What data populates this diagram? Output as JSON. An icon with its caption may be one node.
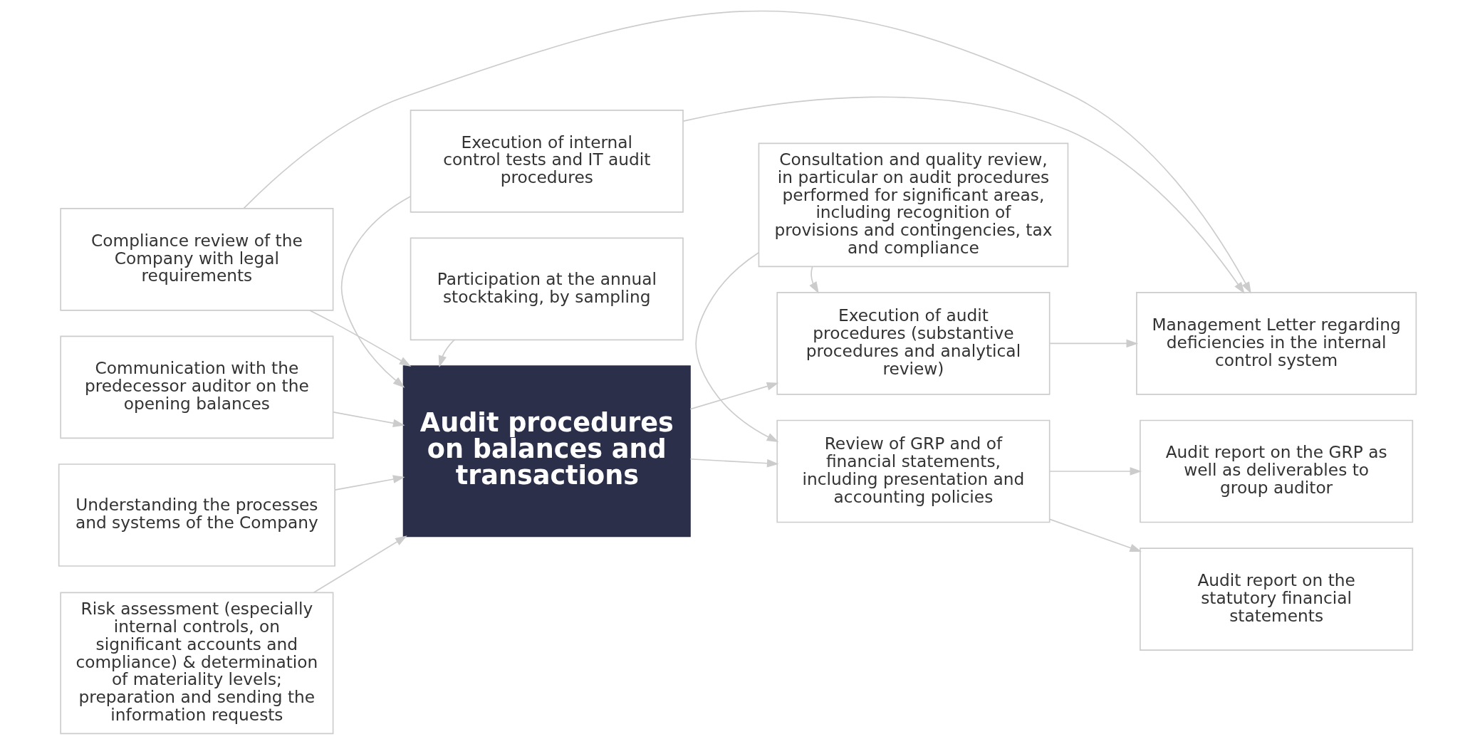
{
  "diagram": {
    "nodes": [
      {
        "text": [
          "Compliance review of the Company with legal requirements"
        ]
      },
      {
        "text": [
          "Execution of internal control tests and IT audit procedures"
        ]
      },
      {
        "text": [
          "Execution of audit procedures (substantive procedures and analytical review)"
        ]
      },
      {
        "text": [
          "Management Letter regarding deficiencies in the internal control system"
        ]
      },
      {
        "text": [
          "Communication with the predecessor auditor on the opening balances"
        ]
      },
      {
        "text": [
          "Audit procedures on balances and transactions"
        ]
      },
      {
        "text": [
          "Consultation and quality review, in particular on audit procedures performed for significant areas, including recognition of provisions and contingencies, tax and compliance"
        ]
      },
      {
        "text": [
          "Understanding the processes and systems of the Company"
        ]
      },
      {
        "text": [
          "Audit report on the GRP as well as deliverables to group auditor"
        ]
      },
      {
        "text": [
          "Risk assessment (especially internal controls, on significant accounts and compliance) & determination of materiality levels; preparation and sending the information requests"
        ]
      },
      {
        "text": [
          "Audit report on the statutory financial statements"
        ]
      },
      {
        "text": [
          "Participation at the annual stocktaking, by sampling"
        ]
      },
      {
        "text": [
          "Review of GRP and of financial statements, including presentation and accounting policies"
        ]
      }
    ],
    "edges": [
      {
        "from": 0,
        "to": 5,
        "arrow": "to"
      },
      {
        "from": 4,
        "to": 5,
        "arrow": "to"
      },
      {
        "from": 7,
        "to": 5,
        "arrow": "to"
      },
      {
        "from": 9,
        "to": 5,
        "arrow": "to"
      },
      {
        "from": 1,
        "to": 5,
        "arrow": "to"
      },
      {
        "from": 11,
        "to": 5,
        "arrow": "to"
      },
      {
        "from": 5,
        "to": 2,
        "arrow": "to"
      },
      {
        "from": 5,
        "to": 12,
        "arrow": "to"
      },
      {
        "from": 6,
        "to": 2,
        "arrow": "to"
      },
      {
        "from": 6,
        "to": 12,
        "arrow": "to"
      },
      {
        "from": 2,
        "to": 3,
        "arrow": "to"
      },
      {
        "from": 12,
        "to": 8,
        "arrow": "to"
      },
      {
        "from": 12,
        "to": 10,
        "arrow": "to"
      },
      {
        "from": 0,
        "to": 3,
        "arrow": "to"
      },
      {
        "from": 1,
        "to": 3,
        "arrow": "to"
      }
    ]
  }
}
